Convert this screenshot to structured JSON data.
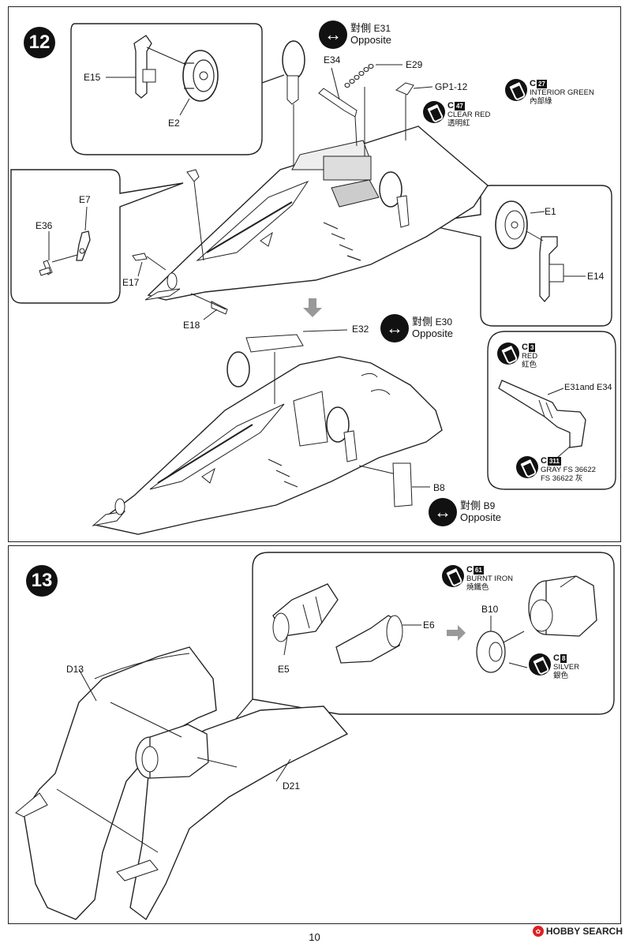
{
  "page_number": "10",
  "watermark": "HOBBY SEARCH",
  "step12": {
    "number": "12",
    "parts": {
      "E15": "E15",
      "E2": "E2",
      "E34": "E34",
      "E29": "E29",
      "GP1_12": "GP1-12",
      "E7": "E7",
      "E36": "E36",
      "E17": "E17",
      "E18": "E18",
      "E1": "E1",
      "E14": "E14",
      "E32": "E32",
      "B8": "B8",
      "E31_E34": "E31and E34"
    },
    "opposite_top": {
      "cn": "對側",
      "part": "E31",
      "en": "Opposite"
    },
    "opposite_mid": {
      "cn": "對側",
      "part": "E30",
      "en": "Opposite"
    },
    "opposite_b9": {
      "cn": "對側",
      "part": "B9",
      "en": "Opposite"
    },
    "paints": {
      "c47": {
        "prefix": "C",
        "num": "47",
        "name": "CLEAR RED",
        "cn": "透明紅"
      },
      "c27": {
        "prefix": "C",
        "num": "27",
        "name": "INTERIOR GREEN",
        "cn": "內部綠"
      },
      "c3": {
        "prefix": "C",
        "num": "3",
        "name": "RED",
        "cn": "紅色"
      },
      "c311": {
        "prefix": "C",
        "num": "311",
        "name": "GRAY FS 36622",
        "cn": "FS 36622 灰"
      }
    }
  },
  "step13": {
    "number": "13",
    "parts": {
      "D13": "D13",
      "D21": "D21",
      "E5": "E5",
      "E6": "E6",
      "B10": "B10"
    },
    "paints": {
      "c61": {
        "prefix": "C",
        "num": "61",
        "name": "BURNT IRON",
        "cn": "燒鐵色"
      },
      "c8": {
        "prefix": "C",
        "num": "8",
        "name": "SILVER",
        "cn": "銀色"
      }
    }
  }
}
